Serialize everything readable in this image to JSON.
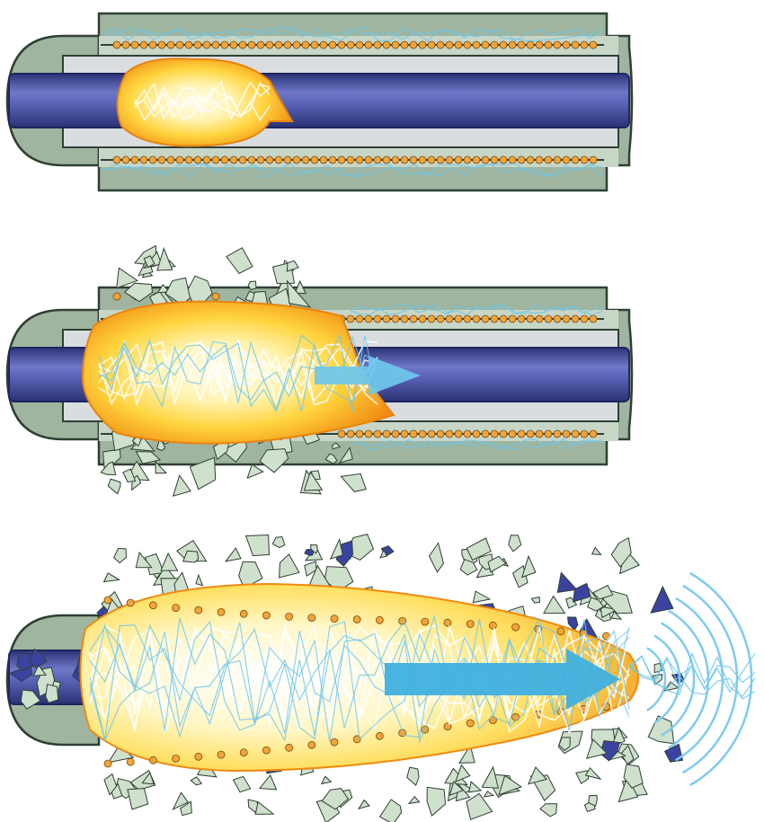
{
  "diagram": {
    "stages": [
      {
        "id": "stage-1",
        "label": ""
      },
      {
        "id": "stage-2",
        "label": ""
      },
      {
        "id": "stage-3",
        "label": ""
      }
    ],
    "colors": {
      "housing": "#9fb59f",
      "housing_dark": "#2f3f34",
      "liner": "#d9dde0",
      "core": "#4d57a8",
      "core_light": "#8f98d6",
      "pellet": "#f0a53a",
      "spark": "#6fc7ea",
      "blast_core": "#fffbe6",
      "blast_mid": "#ffd84a",
      "blast_edge": "#f0920f",
      "arrow": "#4cb6e4",
      "shockwave": "#7fcbef",
      "shard_fill": "#cfe0cc",
      "shard_blue": "#3a44a0"
    }
  }
}
